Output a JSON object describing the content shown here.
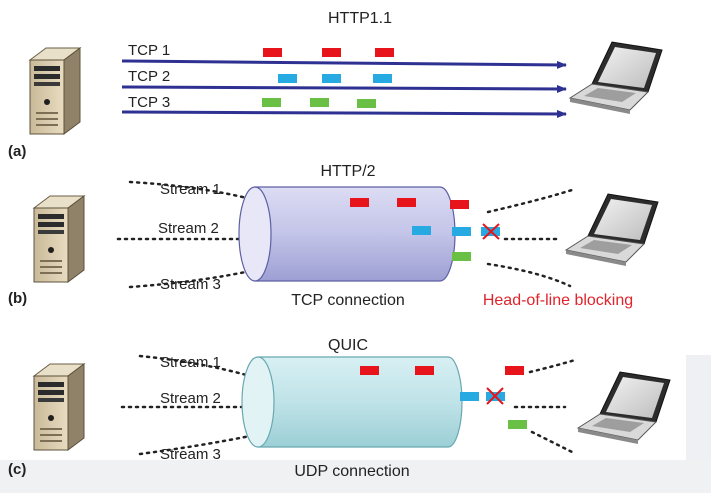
{
  "panel_a": {
    "title": "HTTP1.1",
    "panel_label": "(a)",
    "lanes": [
      "TCP 1",
      "TCP 2",
      "TCP 3"
    ]
  },
  "panel_b": {
    "title": "HTTP/2",
    "panel_label": "(b)",
    "streams": [
      "Stream 1",
      "Stream 2",
      "Stream 3"
    ],
    "pipe_label": "TCP connection",
    "blocking_label": "Head-of-line blocking"
  },
  "panel_c": {
    "title": "QUIC",
    "panel_label": "(c)",
    "streams": [
      "Stream 1",
      "Stream 2",
      "Stream 3"
    ],
    "pipe_label": "UDP connection"
  },
  "colors": {
    "packet_red": "#e8141c",
    "packet_blue": "#27aae1",
    "packet_green": "#6abf45",
    "arrow": "#2e3192",
    "blocking_text": "#e0242b",
    "tcp_pipe": "#c3c4e8",
    "udp_pipe": "#bfe3e8"
  }
}
